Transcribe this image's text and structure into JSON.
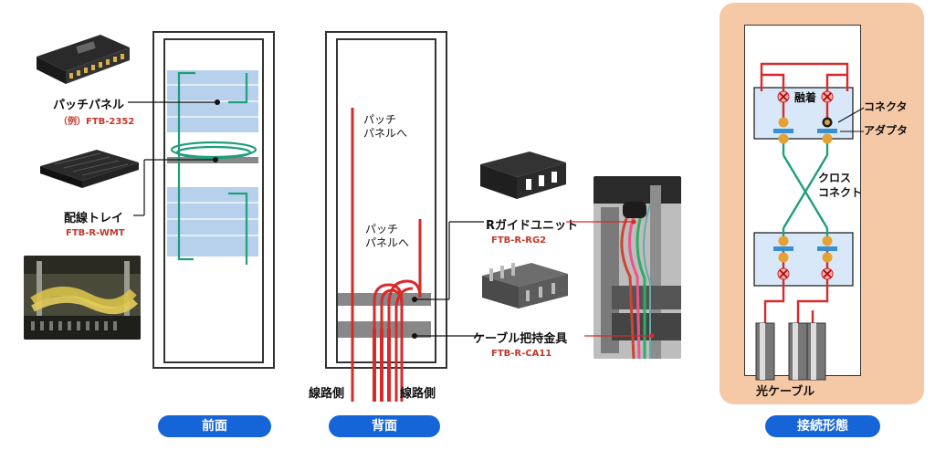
{
  "front": {
    "patch_panel_label": "パッチパネル",
    "patch_panel_example": "（例）FTB-2352",
    "tray_label": "配線トレイ",
    "tray_model": "FTB-R-WMT",
    "section_label": "前面"
  },
  "back": {
    "to_patch_panel_1_line1": "パッチ",
    "to_patch_panel_1_line2": "パネルへ",
    "to_patch_panel_2_line1": "パッチ",
    "to_patch_panel_2_line2": "パネルへ",
    "line_side_left": "線路側",
    "line_side_right": "線路側",
    "section_label": "背面"
  },
  "parts": {
    "r_guide_label": "Rガイドユニット",
    "r_guide_model": "FTB-R-RG2",
    "cable_holder_label": "ケーブル把持金具",
    "cable_holder_model": "FTB-R-CA11"
  },
  "connection": {
    "fusion_label": "融着",
    "connector_label": "コネクタ",
    "adapter_label": "アダプタ",
    "cross_connect_line1": "クロス",
    "cross_connect_line2": "コネクト",
    "optical_cable_label": "光ケーブル",
    "section_label": "接続形態"
  },
  "colors": {
    "accent_blue": "#1565d8",
    "cable_red": "#d62b2b",
    "cross_green": "#1e9e7a",
    "panel_peach": "#f6c9a6",
    "model_red": "#c0392b"
  }
}
